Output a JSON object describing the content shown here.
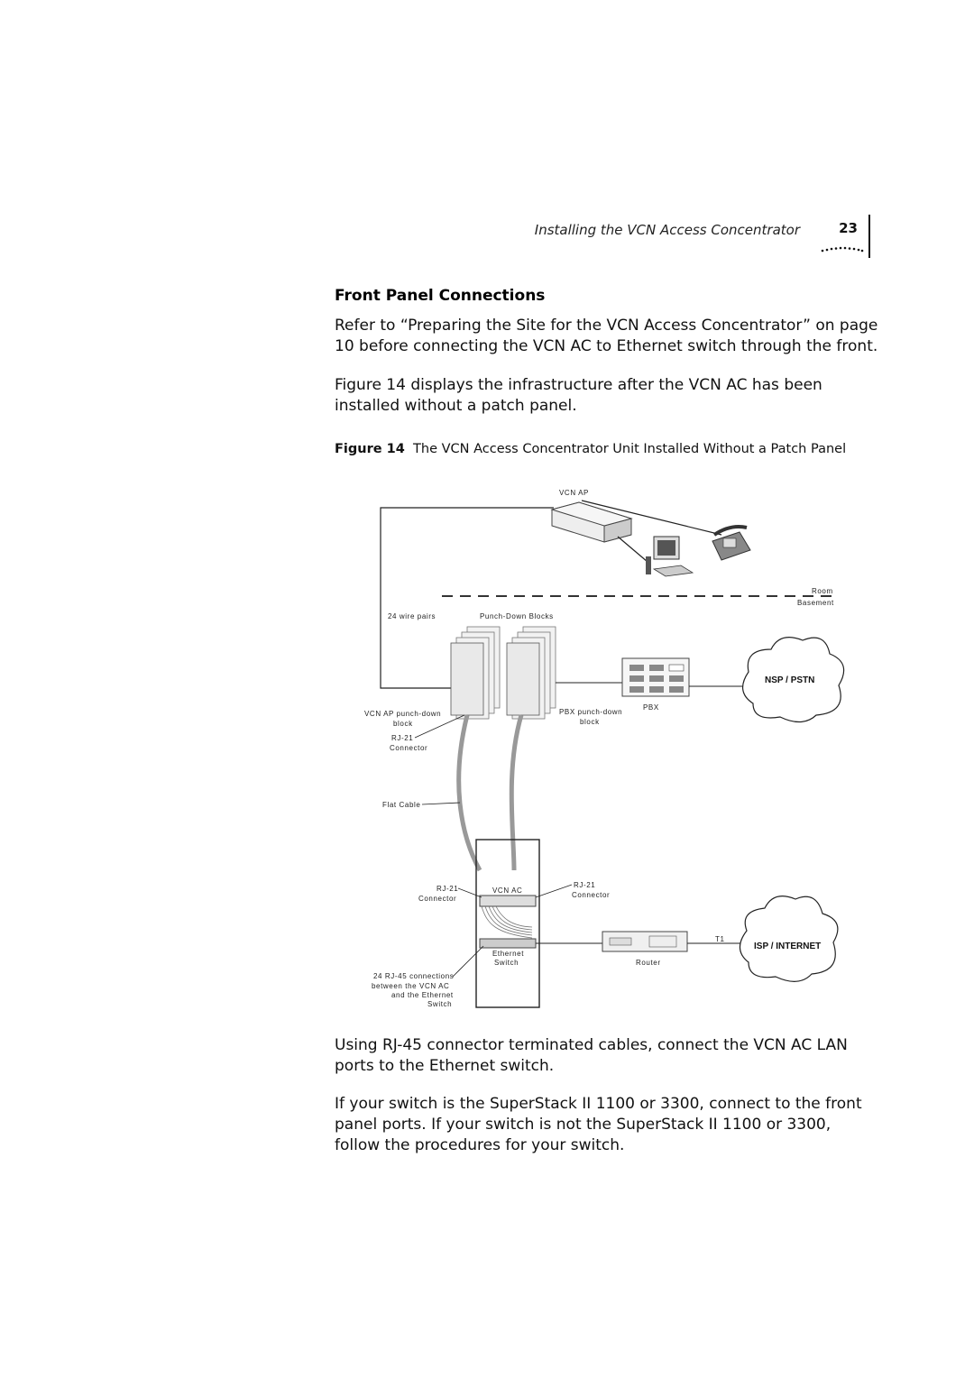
{
  "header": {
    "title": "Installing the VCN Access Concentrator",
    "page_number": "23"
  },
  "section": {
    "heading": "Front Panel Connections"
  },
  "paragraphs": [
    "Refer to “Preparing the Site for the VCN Access Concentrator” on page 10 before connecting the VCN AC to Ethernet switch through the front.",
    "Figure 14 displays the infrastructure after the VCN AC has been installed without a patch panel.",
    "Using RJ-45 connector terminated cables, connect the VCN AC LAN ports to the Ethernet switch.",
    "If your switch is the SuperStack II 1100 or 3300, connect to the front panel ports. If your switch is not the SuperStack II 1100 or 3300, follow the procedures for your switch."
  ],
  "figure": {
    "number": "Figure 14",
    "caption": "The VCN Access Concentrator Unit Installed Without a Patch Panel",
    "labels": {
      "vcn_ap": "VCN AP",
      "room": "Room",
      "basement": "Basement",
      "wire_pairs": "24 wire pairs",
      "punch_down_blocks": "Punch-Down Blocks",
      "nsp_pstn": "NSP / PSTN",
      "pbx": "PBX",
      "vcn_ap_block_1": "VCN AP punch-down",
      "vcn_ap_block_2": "block",
      "pbx_block_1": "PBX punch-down",
      "pbx_block_2": "block",
      "rj21_left": "RJ-21",
      "connector_left": "Connector",
      "flat_cable": "Flat Cable",
      "rj21_lower_left": "RJ-21",
      "connector_lower_left": "Connector",
      "vcn_ac": "VCN AC",
      "rj21_right": "RJ-21",
      "connector_right": "Connector",
      "ethernet": "Ethernet",
      "switch": "Switch",
      "router": "Router",
      "t1": "T1",
      "isp_internet": "ISP / INTERNET",
      "rj45_1": "24 RJ-45 connections",
      "rj45_2": "between the VCN AC",
      "rj45_3": "and the Ethernet",
      "rj45_4": "Switch"
    }
  }
}
